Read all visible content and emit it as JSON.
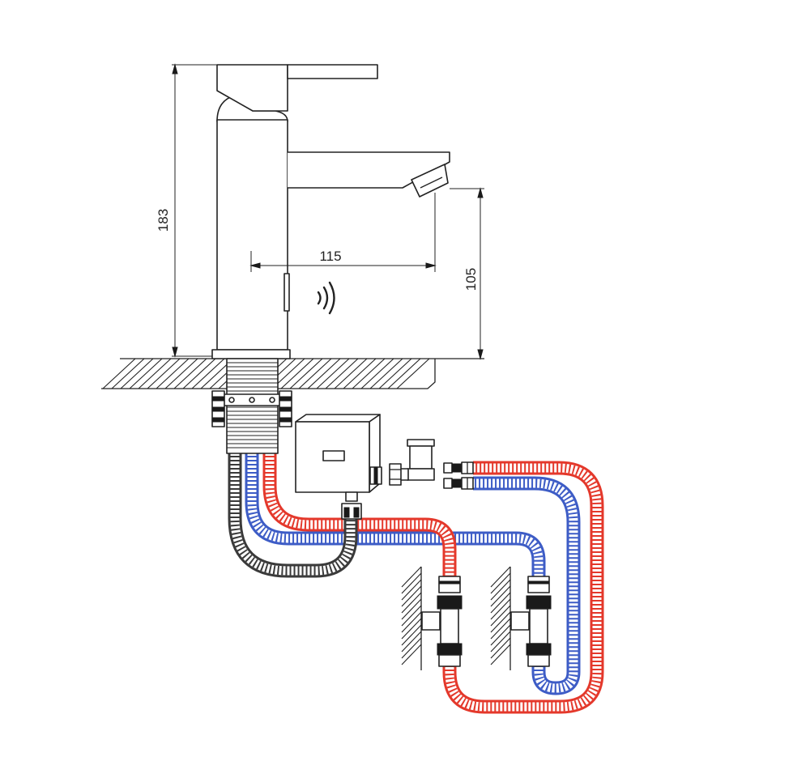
{
  "dimensions": {
    "overall_height": "183",
    "spout_reach": "115",
    "spout_height": "105"
  },
  "colors": {
    "hot_hose": "#e4382b",
    "cold_hose": "#3d5cc6",
    "braided_hose": "#3a3a3a",
    "outline": "#222222"
  },
  "icons": [
    "sensor-waves-icon"
  ]
}
